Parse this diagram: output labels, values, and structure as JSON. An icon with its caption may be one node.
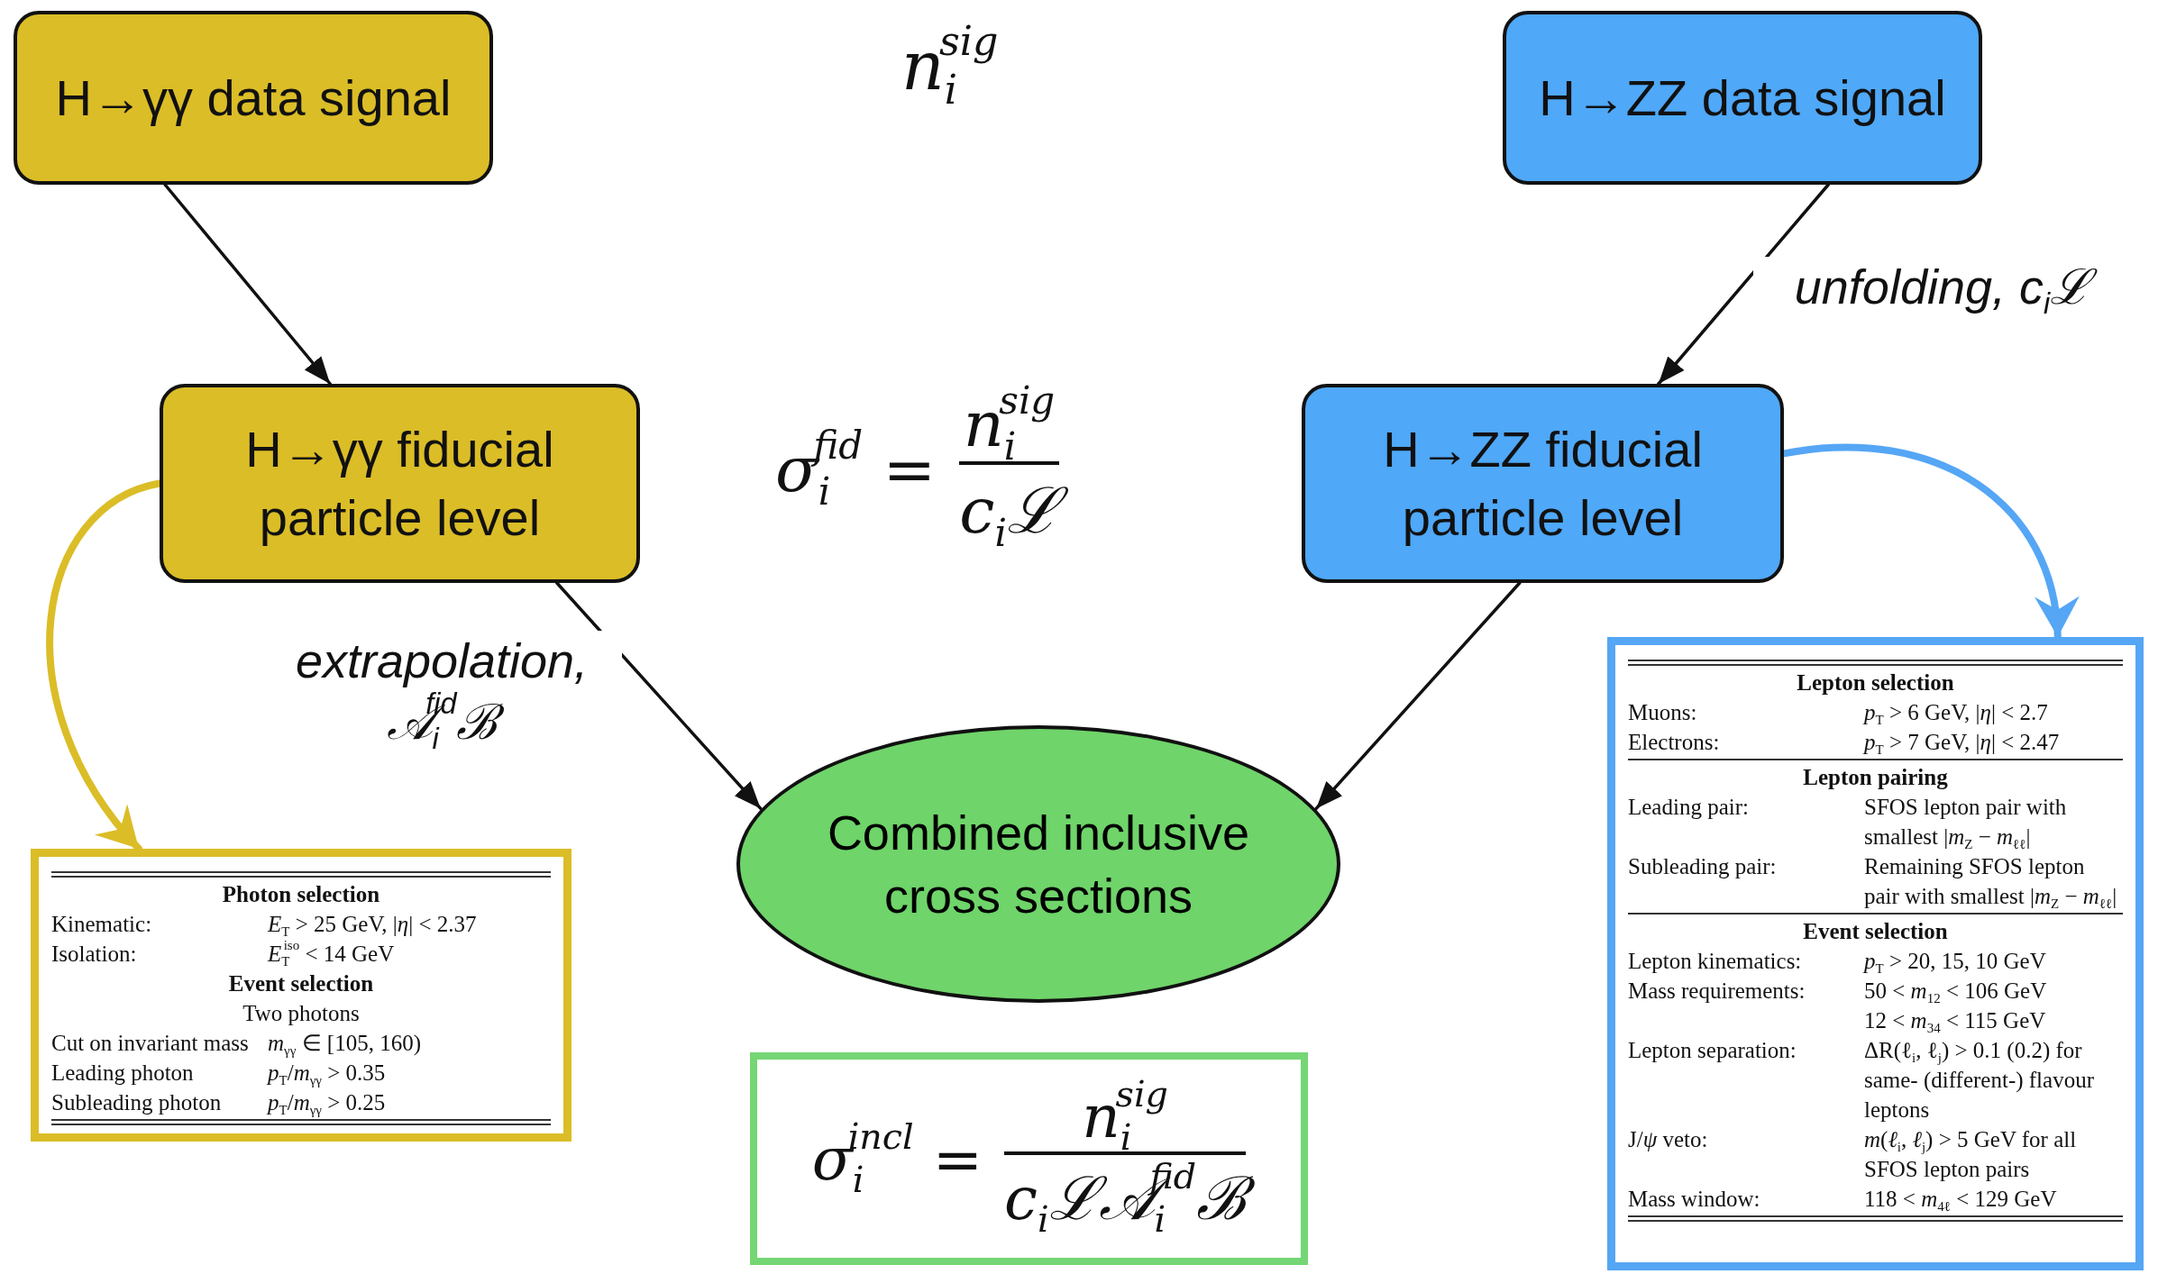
{
  "diagram": {
    "nodes": [
      {
        "text": [
          "H→γγ data signal"
        ]
      },
      {
        "text": [
          "H→ZZ data signal"
        ]
      },
      {
        "text": [
          "H→γγ fiducial particle level"
        ]
      },
      {
        "text": [
          "H→ZZ fiducial particle level"
        ]
      },
      {
        "text": [
          "Combined inclusive cross sections"
        ]
      },
      {
        "text": [
          "Photon selection",
          "Kinematic:",
          "*E*$_{T}$ > 25 GeV, |*η*| < 2.37",
          "Isolation:",
          "*E*$_{T}$$^{iso}$ < 14 GeV",
          "Event selection",
          "Two photons",
          "Cut on invariant mass",
          "*m*$_{γγ}$ ∈ [105, 160)",
          "Leading photon",
          "*p*$_{T}$/*m*$_{γγ}$ > 0.35",
          "Subleading photon",
          "*p*$_{T}$/*m*$_{γγ}$ > 0.25"
        ]
      },
      {
        "text": [
          "Lepton selection",
          "Muons:",
          "*p*$_{T}$ > 6 GeV, |*η*| < 2.7",
          "Electrons:",
          "*p*$_{T}$ > 7 GeV, |*η*| < 2.47",
          "Lepton pairing",
          "Leading pair:",
          "SFOS lepton pair with smallest |*m*$_{Z}$ − *m*$_{ℓℓ}$|",
          "Subleading pair:",
          "Remaining SFOS lepton pair with smallest |*m*$_{Z}$ − *m*$_{ℓℓ}$|",
          "Event selection",
          "Lepton kinematics:",
          "*p*$_{T}$ > 20, 15, 10 GeV",
          "Mass requirements:",
          "50 < *m*$_{12}$ < 106 GeV",
          "12 < *m*$_{34}$ < 115 GeV",
          "Lepton separation:",
          "ΔR(ℓ$_{i}$, ℓ$_{j}$) > 0.1 (0.2) for same- (different-) flavour leptons",
          "J/*ψ* veto:",
          "*m*(*ℓ*$_{i}$, *ℓ*$_{j}$) > 5 GeV for all SFOS lepton pairs",
          "Mass window:",
          "118 < *m*$_{4ℓ}$ < 129 GeV"
        ]
      },
      {
        "text": [
          "σ$_{i}$$^{incl}$ =",
          "n$_{i}$$^{sig}$",
          "c$_{i}$ℒ𝒜$_{i}$$^{fid}$ℬ"
        ]
      }
    ],
    "edges": [
      {
        "from": 0,
        "to": 2,
        "arrow": "to"
      },
      {
        "from": 1,
        "to": 3,
        "arrow": "to",
        "label": "unfolding, c$_{i}$ℒ"
      },
      {
        "from": 2,
        "to": 4,
        "arrow": "to",
        "label": "extrapolation, 𝒜$_{i}$$^{fid}$ℬ"
      },
      {
        "from": 3,
        "to": 4,
        "arrow": "to"
      },
      {
        "from": 2,
        "to": 5,
        "arrow": "to",
        "style": "thick",
        "color": "#dbbd27"
      },
      {
        "from": 3,
        "to": 6,
        "arrow": "to",
        "style": "thick",
        "color": "#55a6f5"
      }
    ],
    "labels": [
      "n$_{i}$$^{sig}$",
      "σ$_{i}$$^{fid}$ =",
      "n$_{i}$$^{sig}$",
      "c$_{i}$ℒ"
    ]
  }
}
